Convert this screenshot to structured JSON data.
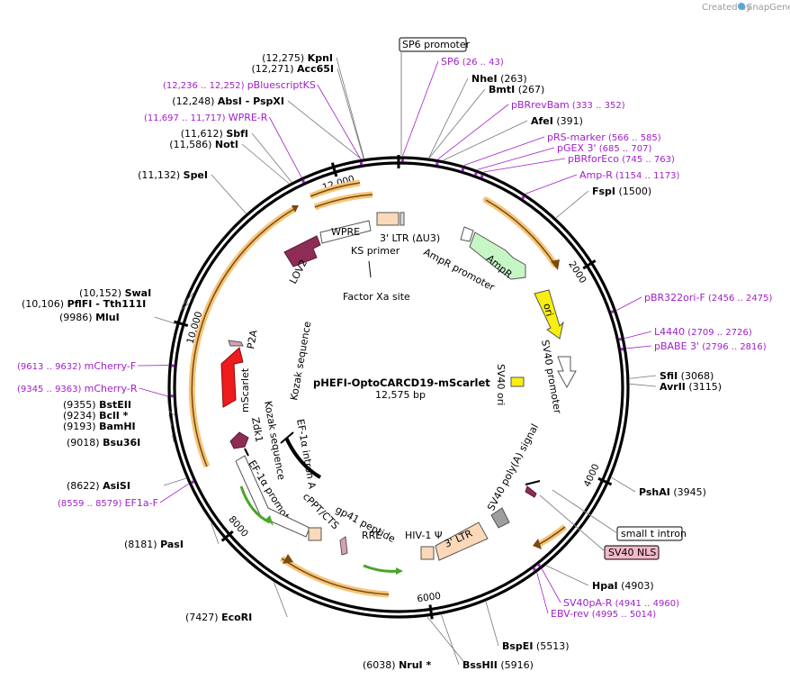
{
  "branding": {
    "created_by": "Created by",
    "app": "SnapGene"
  },
  "plasmid": {
    "name": "pHEFI-OptoCARCD19-mScarlet",
    "length_label": "12,575 bp",
    "length": 12575
  },
  "ticks": [
    {
      "bp": 2000,
      "label": "2000"
    },
    {
      "bp": 4000,
      "label": "4000"
    },
    {
      "bp": 6000,
      "label": "6000"
    },
    {
      "bp": 8000,
      "label": "8000"
    },
    {
      "bp": 10000,
      "label": "10,000"
    },
    {
      "bp": 12000,
      "label": "12,000"
    }
  ],
  "sites": [
    {
      "name": "KpnI",
      "pos": "(12,275)",
      "bp": 12275
    },
    {
      "name": "Acc65I",
      "pos": "(12,271)",
      "bp": 12271
    },
    {
      "name": "AbsI - PspXI",
      "pos": "(12,248)",
      "bp": 12248
    },
    {
      "name": "SbfI",
      "pos": "(11,612)",
      "bp": 11612
    },
    {
      "name": "NotI",
      "pos": "(11,586)",
      "bp": 11586
    },
    {
      "name": "SpeI",
      "pos": "(11,132)",
      "bp": 11132
    },
    {
      "name": "NheI",
      "pos": "(263)",
      "bp": 263
    },
    {
      "name": "BmtI",
      "pos": "(267)",
      "bp": 267
    },
    {
      "name": "AfeI",
      "pos": "(391)",
      "bp": 391
    },
    {
      "name": "FspI",
      "pos": "(1500)",
      "bp": 1500
    },
    {
      "name": "SfiI",
      "pos": "(3068)",
      "bp": 3068
    },
    {
      "name": "AvrII",
      "pos": "(3115)",
      "bp": 3115
    },
    {
      "name": "PshAI",
      "pos": "(3945)",
      "bp": 3945
    },
    {
      "name": "HpaI",
      "pos": "(4903)",
      "bp": 4903
    },
    {
      "name": "BspEI",
      "pos": "(5513)",
      "bp": 5513
    },
    {
      "name": "BssHII",
      "pos": "(5916)",
      "bp": 5916
    },
    {
      "name": "NruI *",
      "pos": "(6038)",
      "bp": 6038
    },
    {
      "name": "EcoRI",
      "pos": "(7427)",
      "bp": 7427
    },
    {
      "name": "PasI",
      "pos": "(8181)",
      "bp": 8181
    },
    {
      "name": "AsiSI",
      "pos": "(8622)",
      "bp": 8622
    },
    {
      "name": "Bsu36I",
      "pos": "(9018)",
      "bp": 9018
    },
    {
      "name": "BamHI",
      "pos": "(9193)",
      "bp": 9193
    },
    {
      "name": "BclI *",
      "pos": "(9234)",
      "bp": 9234
    },
    {
      "name": "BstEII",
      "pos": "(9355)",
      "bp": 9355
    },
    {
      "name": "MluI",
      "pos": "(9986)",
      "bp": 9986
    },
    {
      "name": "PflFI - Tth111I",
      "pos": "(10,106)",
      "bp": 10106
    },
    {
      "name": "SwaI",
      "pos": "(10,152)",
      "bp": 10152
    }
  ],
  "primers": [
    {
      "name": "SP6",
      "range": "(26 .. 43)",
      "bp": 35
    },
    {
      "name": "pBRrevBam",
      "range": "(333 .. 352)",
      "bp": 342
    },
    {
      "name": "pRS-marker",
      "range": "(566 .. 585)",
      "bp": 575
    },
    {
      "name": "pGEX 3'",
      "range": "(685 .. 707)",
      "bp": 696
    },
    {
      "name": "pBRforEco",
      "range": "(745 .. 763)",
      "bp": 754
    },
    {
      "name": "Amp-R",
      "range": "(1154 .. 1173)",
      "bp": 1163
    },
    {
      "name": "pBR322ori-F",
      "range": "(2456 .. 2475)",
      "bp": 2465
    },
    {
      "name": "L4440",
      "range": "(2709 .. 2726)",
      "bp": 2717
    },
    {
      "name": "pBABE 3'",
      "range": "(2796 .. 2816)",
      "bp": 2806
    },
    {
      "name": "SV40pA-R",
      "range": "(4941 .. 4960)",
      "bp": 4950
    },
    {
      "name": "EBV-rev",
      "range": "(4995 .. 5014)",
      "bp": 5004
    },
    {
      "name": "EF1a-F",
      "range": "(8559 .. 8579)",
      "bp": 8569
    },
    {
      "name": "mCherry-R",
      "range": "(9345 .. 9363)",
      "bp": 9354
    },
    {
      "name": "mCherry-F",
      "range": "(9613 .. 9632)",
      "bp": 9622
    },
    {
      "name": "WPRE-R",
      "range": "(11,697 .. 11,717)",
      "bp": 11707
    },
    {
      "name": "pBluescriptKS",
      "range": "(12,236 .. 12,252)",
      "bp": 12244
    }
  ],
  "boxed_features": [
    {
      "label": "SP6 promoter",
      "style": "plain"
    },
    {
      "label": "small t intron",
      "style": "plain"
    },
    {
      "label": "SV40 NLS",
      "style": "pink"
    }
  ],
  "features": {
    "ltr3_top": "3' LTR (ΔU3)",
    "ks_primer": "KS primer",
    "factor_xa": "Factor Xa site",
    "wpre": "WPRE",
    "lov2": "LOV2",
    "ampr_promoter": "AmpR promoter",
    "ampr": "AmpR",
    "ori": "ori",
    "sv40_promoter": "SV40 promoter",
    "sv40_ori": "SV40 ori",
    "kozak_top": "Kozak sequence",
    "p2a": "P2A",
    "mscarlet": "mScarlet",
    "kozak_bottom": "Kozak sequence",
    "zdk1": "Zdk1",
    "ef1a_intron": "EF-1α intron A",
    "ef1a_promoter": "EF-1α promoter",
    "cppt": "cPPT/CTS",
    "gp41": "gp41 peptide",
    "rre": "RRE",
    "hiv_psi": "HIV-1 Ψ",
    "ltr3_bottom": "3' LTR",
    "sv40_polya": "SV40 poly(A) signal"
  },
  "colors": {
    "backbone": "#000000",
    "orf_orange": "#f5b95a",
    "ampr_green": "#c6f5c6",
    "ori_yellow": "#f7ef10",
    "lov2_maroon": "#8e2c55",
    "mscarlet_red": "#ee1c1c",
    "ltr_peach": "#fbd9b8",
    "primer_purple": "#a020c8",
    "green_arrow": "#4aa52a",
    "pink_box": "#f2b9c9"
  }
}
